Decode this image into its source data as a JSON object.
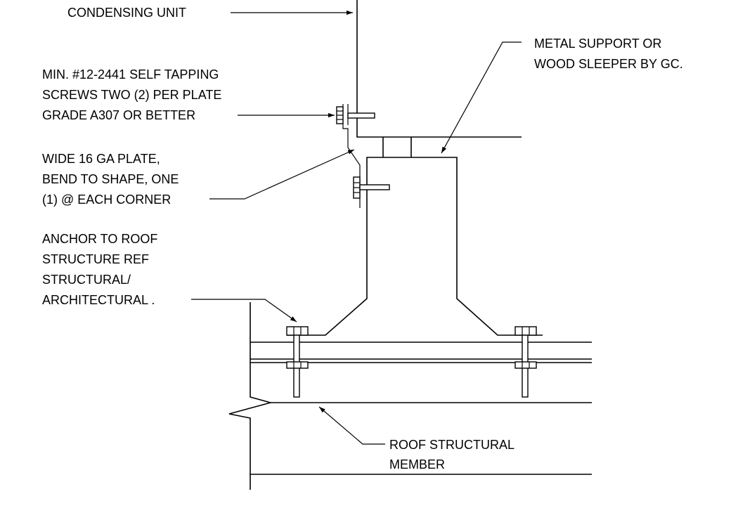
{
  "labels": {
    "condensing_unit": [
      "CONDENSING UNIT"
    ],
    "metal_support": [
      "METAL SUPPORT OR",
      "WOOD SLEEPER BY GC."
    ],
    "screws": [
      "MIN. #12-2441 SELF TAPPING",
      "SCREWS TWO (2) PER PLATE",
      "GRADE A307 OR BETTER"
    ],
    "plate": [
      "WIDE 16 GA PLATE,",
      "BEND TO SHAPE, ONE",
      "(1) @ EACH CORNER"
    ],
    "anchor": [
      "ANCHOR TO ROOF",
      "STRUCTURE REF",
      "STRUCTURAL/",
      "ARCHITECTURAL ."
    ],
    "roof_member": [
      "ROOF STRUCTURAL",
      "MEMBER"
    ]
  }
}
